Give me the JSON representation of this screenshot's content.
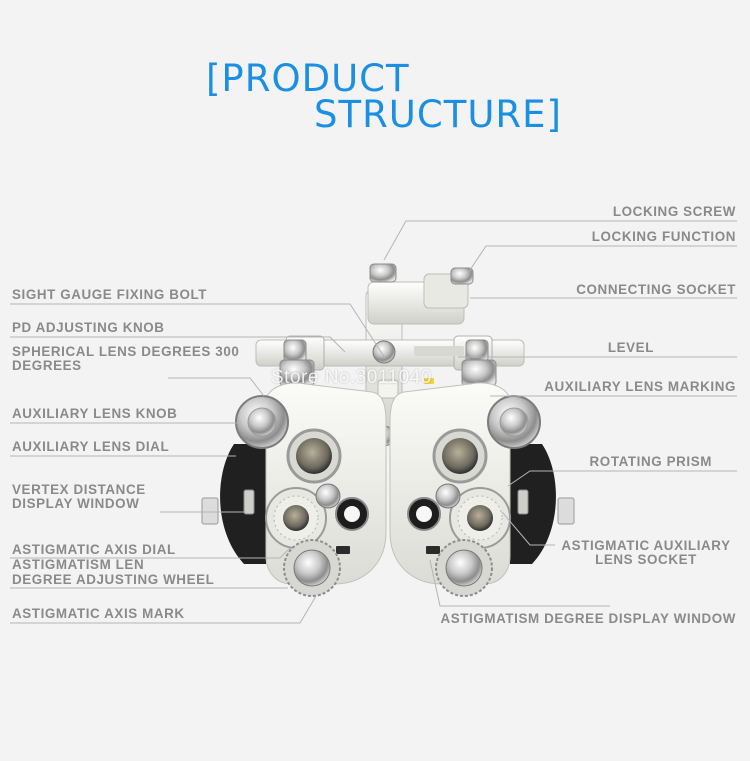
{
  "title": {
    "line1": "[PRODUCT",
    "line2": "STRUCTURE]"
  },
  "labels_left": {
    "sight_gauge_fixing_bolt": "SIGHT GAUGE FIXING BOLT",
    "pd_adjusting_knob": "PD ADJUSTING KNOB",
    "spherical_lens_degrees_line1": "SPHERICAL LENS DEGREES 300",
    "spherical_lens_degrees_line2": "DEGREES",
    "auxiliary_lens_knob": "AUXILIARY LENS KNOB",
    "auxiliary_lens_dial": "AUXILIARY LENS DIAL",
    "vertex_distance_line1": "VERTEX DISTANCE",
    "vertex_distance_line2": "DISPLAY WINDOW",
    "astigmatic_axis_dial": "ASTIGMATIC AXIS DIAL",
    "astigmatism_len_line1": "ASTIGMATISM LEN",
    "astigmatism_len_line2": "DEGREE ADJUSTING WHEEL",
    "astigmatic_axis_mark": "ASTIGMATIC AXIS MARK"
  },
  "labels_right": {
    "locking_screw": "LOCKING SCREW",
    "locking_function": "LOCKING FUNCTION",
    "connecting_socket": "CONNECTING SOCKET",
    "level": "LEVEL",
    "auxiliary_lens_marking": "AUXILIARY LENS MARKING",
    "rotating_prism": "ROTATING PRISM",
    "astigmatic_auxiliary_line1": "ASTIGMATIC AUXILIARY",
    "astigmatic_auxiliary_line2": "LENS SOCKET",
    "astigmatism_degree_display_window": "ASTIGMATISM DEGREE DISPLAY WINDOW"
  },
  "watermark": "Store No.3011040",
  "colors": {
    "title": "#1a8fe3",
    "label": "#8a8a8a",
    "leader": "#b4b4b4",
    "background": "#f3f3f3"
  }
}
